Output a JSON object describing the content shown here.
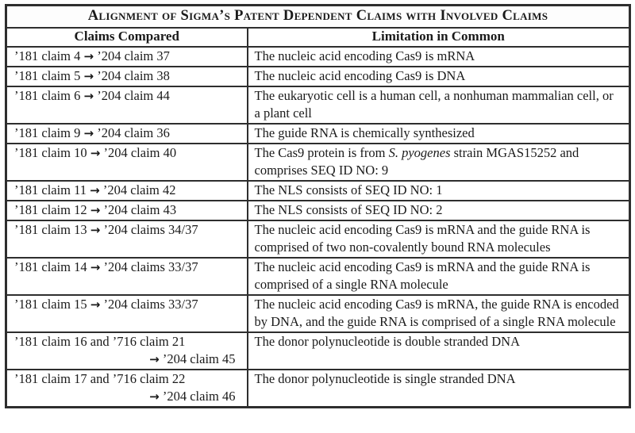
{
  "table": {
    "title": "Alignment of Sigma’s Patent Dependent Claims with Involved Claims",
    "columns": [
      "Claims Compared",
      "Limitation in Common"
    ],
    "arrow_icon": "→",
    "rows": [
      {
        "claims": "’181 claim 4 → ’204 claim 37",
        "claims_line2": null,
        "limitation": [
          {
            "text": "The nucleic acid encoding Cas9 is mRNA",
            "italic": false
          }
        ]
      },
      {
        "claims": "’181 claim 5 → ’204 claim 38",
        "claims_line2": null,
        "limitation": [
          {
            "text": "The nucleic acid encoding Cas9 is DNA",
            "italic": false
          }
        ]
      },
      {
        "claims": "’181 claim 6 → ’204 claim 44",
        "claims_line2": null,
        "limitation": [
          {
            "text": "The eukaryotic cell is a human cell, a nonhuman mammalian cell, or a plant cell",
            "italic": false
          }
        ]
      },
      {
        "claims": "’181 claim 9 → ’204 claim 36",
        "claims_line2": null,
        "limitation": [
          {
            "text": "The guide RNA is chemically synthesized",
            "italic": false
          }
        ]
      },
      {
        "claims": "’181 claim 10 → ’204 claim 40",
        "claims_line2": null,
        "limitation": [
          {
            "text": "The Cas9 protein is from ",
            "italic": false
          },
          {
            "text": "S. pyogenes",
            "italic": true
          },
          {
            "text": " strain MGAS15252 and comprises SEQ ID NO: 9",
            "italic": false
          }
        ]
      },
      {
        "claims": "’181 claim 11 → ’204 claim 42",
        "claims_line2": null,
        "limitation": [
          {
            "text": "The NLS consists of SEQ ID NO: 1",
            "italic": false
          }
        ]
      },
      {
        "claims": "’181 claim 12 → ’204 claim 43",
        "claims_line2": null,
        "limitation": [
          {
            "text": "The NLS consists of SEQ ID NO: 2",
            "italic": false
          }
        ]
      },
      {
        "claims": "’181 claim 13 → ’204 claims 34/37",
        "claims_line2": null,
        "limitation": [
          {
            "text": "The nucleic acid encoding Cas9 is mRNA and the guide RNA is comprised of two non-covalently bound RNA molecules",
            "italic": false
          }
        ]
      },
      {
        "claims": "’181 claim 14 → ’204 claims 33/37",
        "claims_line2": null,
        "limitation": [
          {
            "text": "The nucleic acid encoding Cas9 is mRNA and the guide RNA is comprised of a single RNA molecule",
            "italic": false
          }
        ]
      },
      {
        "claims": "’181 claim 15 → ’204 claims 33/37",
        "claims_line2": null,
        "limitation": [
          {
            "text": "The nucleic acid encoding Cas9 is mRNA, the guide RNA is encoded by DNA, and the guide RNA is comprised of a single RNA molecule",
            "italic": false
          }
        ]
      },
      {
        "claims": "’181 claim 16 and ’716 claim 21",
        "claims_line2": "→ ’204 claim 45",
        "limitation": [
          {
            "text": "The donor polynucleotide is double stranded DNA",
            "italic": false
          }
        ]
      },
      {
        "claims": "’181 claim 17 and ’716 claim 22",
        "claims_line2": "→ ’204 claim 46",
        "limitation": [
          {
            "text": "The donor polynucleotide is single stranded DNA",
            "italic": false
          }
        ]
      }
    ]
  }
}
